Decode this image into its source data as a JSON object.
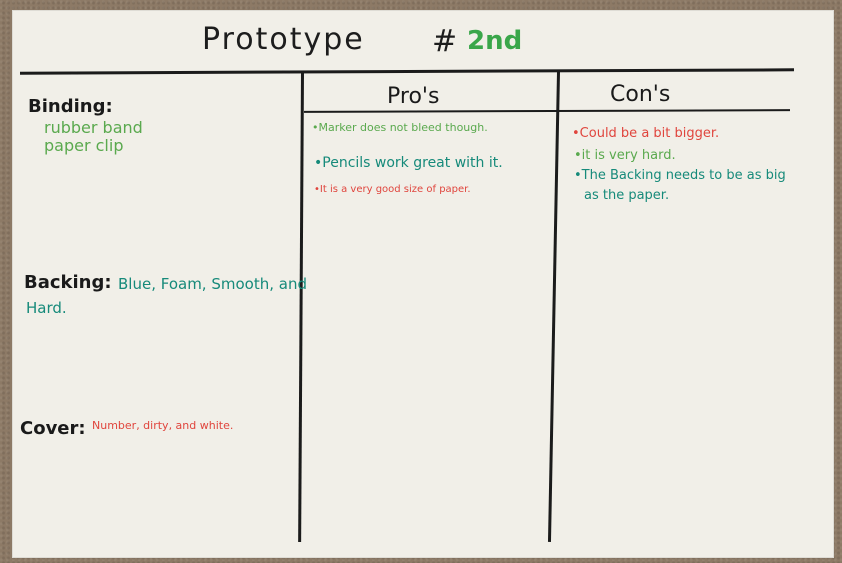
{
  "title": {
    "word": "Prototype",
    "hash": "#",
    "number": "2nd"
  },
  "columns": {
    "pros_heading": "Pro's",
    "cons_heading": "Con's"
  },
  "sections": {
    "binding": {
      "label": "Binding:",
      "lines": [
        "rubber band",
        "paper clip"
      ]
    },
    "backing": {
      "label": "Backing:",
      "text_line1": "Blue, Foam, Smooth, and",
      "text_line2": "Hard."
    },
    "cover": {
      "label": "Cover:",
      "text": "Number, dirty, and white."
    }
  },
  "pros": [
    "•Marker does not bleed though.",
    "•Pencils work great with it.",
    "•It is a very good size of paper."
  ],
  "cons": [
    "•Could be a bit bigger.",
    "•it is very hard.",
    "•The Backing needs to be as big",
    "as the paper."
  ],
  "colors": {
    "paper": "#f1efe8",
    "ink_black": "#1b1b1b",
    "ink_green": "#5aa94e",
    "ink_teal": "#168a7a",
    "ink_red": "#e0453d"
  }
}
